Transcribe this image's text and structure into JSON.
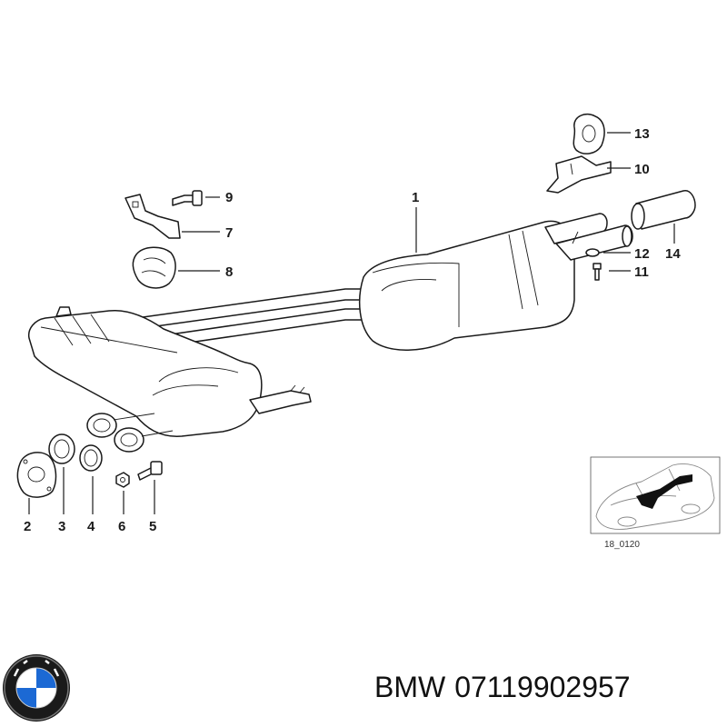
{
  "diagram": {
    "part_numbers": [
      "1",
      "2",
      "3",
      "4",
      "5",
      "6",
      "7",
      "8",
      "9",
      "10",
      "11",
      "12",
      "13",
      "14"
    ],
    "inset_ref": "18_0120"
  },
  "footer": {
    "brand": "BMW",
    "part_code": "07119902957"
  },
  "icons": {
    "logo": "bmw-roundel-logo"
  }
}
